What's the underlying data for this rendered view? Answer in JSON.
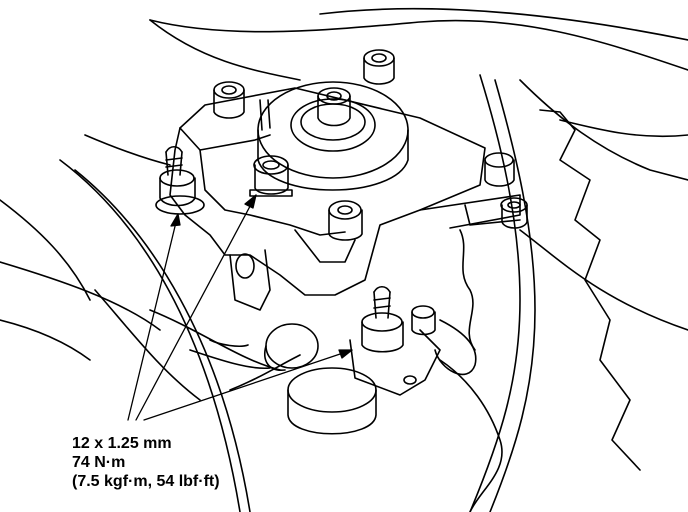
{
  "callout": {
    "bolt_size": "12 x 1.25 mm",
    "torque_metric": "74 N·m",
    "torque_other": "(7.5 kgf·m, 54 lbf·ft)"
  },
  "colors": {
    "ink": "#000000",
    "paper": "#ffffff"
  }
}
